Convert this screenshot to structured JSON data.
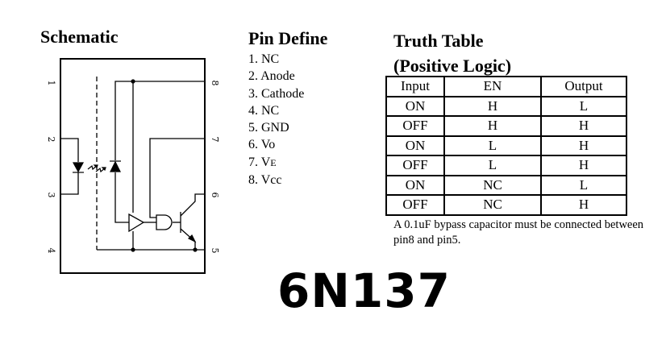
{
  "schematic": {
    "title": "Schematic",
    "pin_numbers": [
      "1",
      "2",
      "3",
      "4",
      "5",
      "6",
      "7",
      "8"
    ]
  },
  "pin_define": {
    "title": "Pin Define",
    "pins": [
      {
        "number": "1.",
        "name": "NC"
      },
      {
        "number": "2.",
        "name": "Anode"
      },
      {
        "number": "3.",
        "name": "Cathode"
      },
      {
        "number": "4.",
        "name": "NC"
      },
      {
        "number": "5.",
        "name": "GND"
      },
      {
        "number": "6.",
        "name": "Vo"
      },
      {
        "number": "7.",
        "name": "V",
        "subscript": "E"
      },
      {
        "number": "8.",
        "name": "Vcc"
      }
    ]
  },
  "truth_table": {
    "title_line1": "Truth Table",
    "title_line2": "(Positive Logic)",
    "headers": [
      "Input",
      "EN",
      "Output"
    ],
    "rows": [
      [
        "ON",
        "H",
        "L"
      ],
      [
        "OFF",
        "H",
        "H"
      ],
      [
        "ON",
        "L",
        "H"
      ],
      [
        "OFF",
        "L",
        "H"
      ],
      [
        "ON",
        "NC",
        "L"
      ],
      [
        "OFF",
        "NC",
        "H"
      ]
    ],
    "note": "A 0.1uF bypass capacitor must be connected between pin8 and pin5."
  },
  "part_number": "6N137"
}
